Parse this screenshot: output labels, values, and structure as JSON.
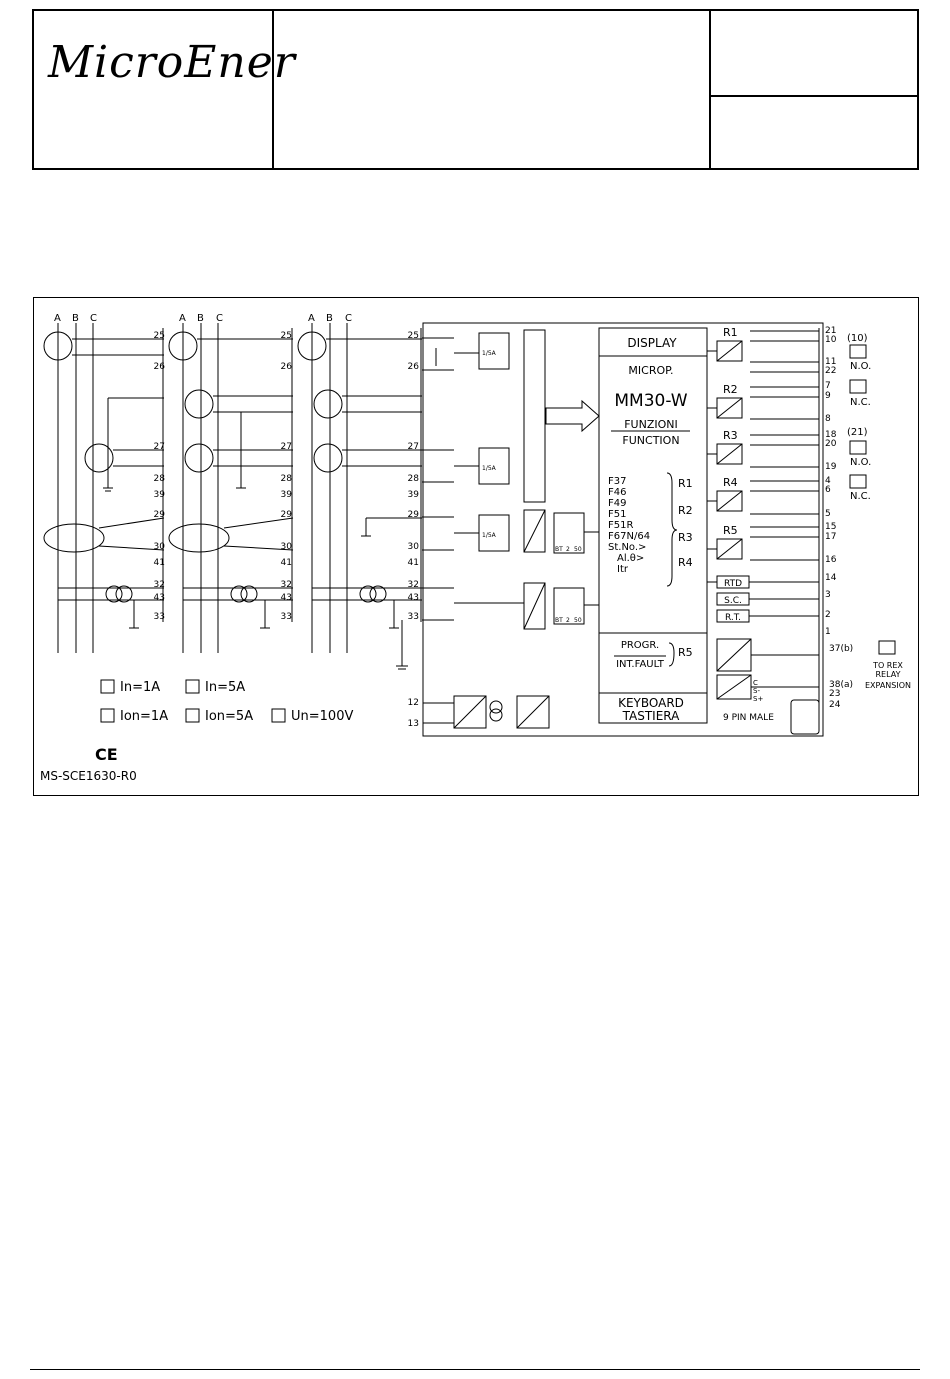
{
  "logo": {
    "text": "MicroEner"
  },
  "diagram": {
    "phase_labels": [
      "A",
      "B",
      "C"
    ],
    "input_terminals": [
      "25",
      "26",
      "27",
      "28",
      "39",
      "29",
      "30",
      "41",
      "32",
      "43",
      "33"
    ],
    "supply_terminals": [
      "12",
      "13"
    ],
    "modules": {
      "display": "DISPLAY",
      "microp": "MICROP.",
      "model": "MM30-W",
      "funzioni": "FUNZIONI",
      "function": "FUNCTION",
      "progr": "PROGR.",
      "int_fault": "INT.FAULT",
      "keyboard": "KEYBOARD",
      "tastiera": "TASTIERA"
    },
    "function_list": [
      "F37",
      "F46",
      "F49",
      "F51",
      "F51R",
      "F67N/64",
      "St.No.>",
      "Al.θ>",
      "Itr"
    ],
    "function_relays": [
      "R1",
      "R2",
      "R3",
      "R4",
      "R5"
    ],
    "scale_label": "1/5A",
    "filter_labels": [
      "BT",
      "2",
      "50"
    ],
    "relays": [
      "R1",
      "R2",
      "R3",
      "R4",
      "R5"
    ],
    "relay_terminals": [
      "21",
      "10",
      "11",
      "22",
      "7",
      "9",
      "8",
      "18",
      "20",
      "19",
      "4",
      "6",
      "5",
      "15",
      "17",
      "16",
      "14",
      "3",
      "2",
      "1"
    ],
    "contact_notes": {
      "n10": "(10)",
      "no1": "N.O.",
      "nc1": "N.C.",
      "n21": "(21)",
      "no2": "N.O.",
      "nc2": "N.C."
    },
    "inputs": {
      "rtd": "RTD",
      "sc": "S.C.",
      "rt": "R.T."
    },
    "expansion": {
      "t37": "37(b)",
      "t38": "38(a)",
      "t23": "23",
      "t24": "24",
      "line1": "TO REX",
      "line2": "RELAY",
      "line3": "EXPANSION"
    },
    "port": {
      "label": "9  PIN  MALE",
      "pin_c": "C",
      "pin_s_minus": "S-",
      "pin_s_plus": "S+"
    },
    "legend": {
      "in1": "In=1A",
      "in5": "In=5A",
      "ion1": "Ion=1A",
      "ion5": "Ion=5A",
      "un": "Un=100V"
    },
    "ce_mark": "CE",
    "doc_code": "MS-SCE1630-R0"
  }
}
